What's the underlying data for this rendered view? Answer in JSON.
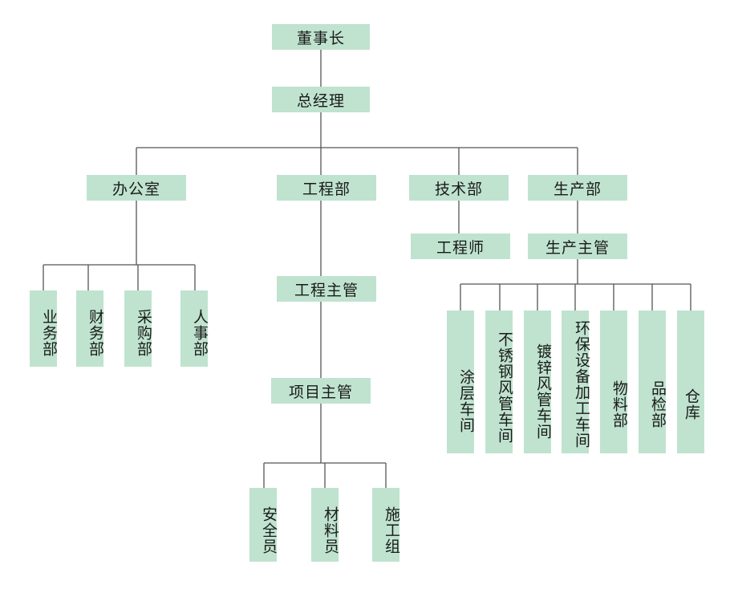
{
  "nodes": {
    "chairman": "董事长",
    "general_manager": "总经理",
    "office": "办公室",
    "engineering_dept": "工程部",
    "tech_dept": "技术部",
    "production_dept": "生产部",
    "engineer": "工程师",
    "production_supervisor": "生产主管",
    "engineering_supervisor": "工程主管",
    "project_supervisor": "项目主管",
    "business_dept": "业务部",
    "finance_dept": "财务部",
    "procurement_dept": "采购部",
    "hr_dept": "人事部",
    "coating_workshop": "涂层车间",
    "stainless_duct_workshop": "不锈钢风管车间",
    "galvanized_duct_workshop": "镀锌风管车间",
    "env_equipment_workshop": "环保设备加工车间",
    "materials_dept": "物料部",
    "qc_dept": "品检部",
    "warehouse": "仓库",
    "safety_officer": "安全员",
    "materials_officer": "材料员",
    "construction_team": "施工组"
  }
}
